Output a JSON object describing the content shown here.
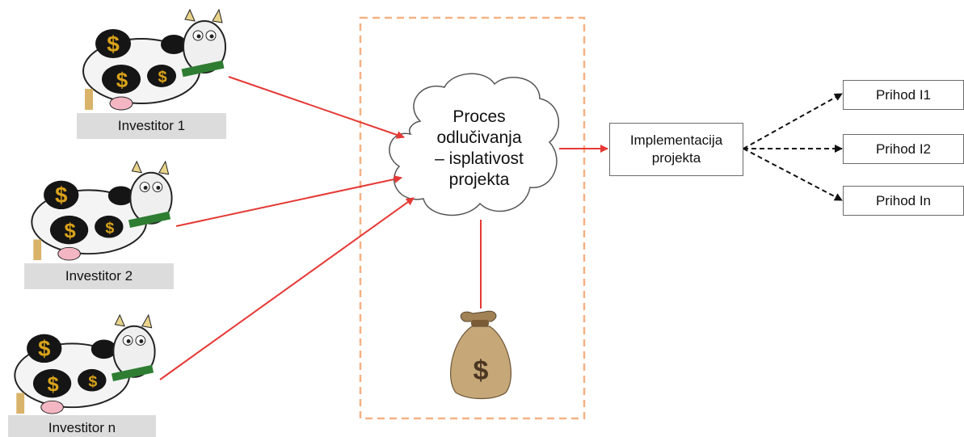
{
  "diagram": {
    "investors": [
      {
        "label": "Investitor 1"
      },
      {
        "label": "Investitor 2"
      },
      {
        "label": "Investitor n"
      }
    ],
    "decision_process": {
      "text": "Proces\nodlučivanja\n– isplativost\nprojekta"
    },
    "implementation": {
      "text": "Implementacija\nprojekta"
    },
    "incomes": [
      {
        "label": "Prihod I1"
      },
      {
        "label": "Prihod I2"
      },
      {
        "label": "Prihod In"
      }
    ],
    "money_bag": {
      "symbol": "$"
    },
    "colors": {
      "arrow_red": "#e53935",
      "dashed_border": "#f5b183",
      "label_bg": "#dcdcdc",
      "dollar_gold": "#d9a21b",
      "banknote_green": "#2e7d32"
    },
    "icons": [
      "cow-investor-icon",
      "cloud-icon",
      "money-bag-icon"
    ]
  }
}
